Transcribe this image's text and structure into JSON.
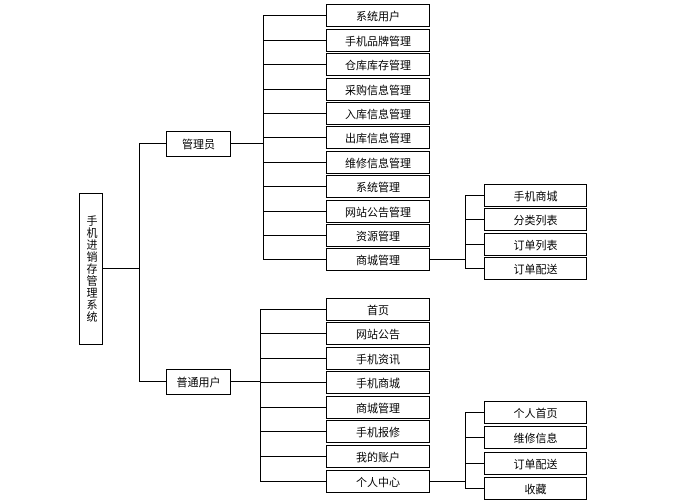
{
  "root": {
    "label": "手机进销存管理系统"
  },
  "admin": {
    "label": "管理员",
    "items": [
      "系统用户",
      "手机品牌管理",
      "仓库库存管理",
      "采购信息管理",
      "入库信息管理",
      "出库信息管理",
      "维修信息管理",
      "系统管理",
      "网站公告管理",
      "资源管理",
      "商城管理"
    ],
    "mall_items": [
      "手机商城",
      "分类列表",
      "订单列表",
      "订单配送"
    ]
  },
  "user": {
    "label": "普通用户",
    "items": [
      "首页",
      "网站公告",
      "手机资讯",
      "手机商城",
      "商城管理",
      "手机报修",
      "我的账户",
      "个人中心"
    ],
    "center_items": [
      "个人首页",
      "维修信息",
      "订单配送",
      "收藏"
    ]
  }
}
